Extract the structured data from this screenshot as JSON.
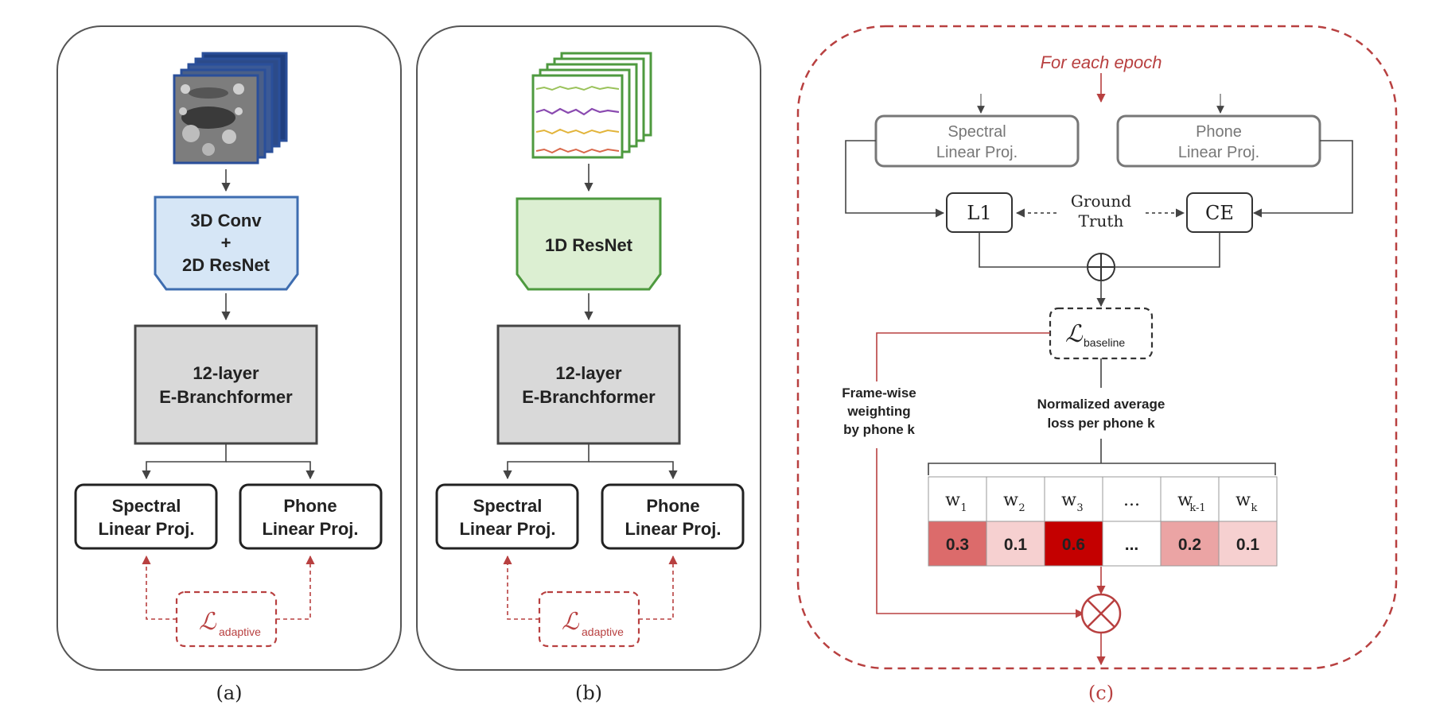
{
  "panel_a": {
    "conv_line1": "3D Conv",
    "conv_line2": "+",
    "conv_line3": "2D ResNet",
    "encoder_line1": "12-layer",
    "encoder_line2": "E-Branchformer",
    "spectral_line1": "Spectral",
    "spectral_line2": "Linear Proj.",
    "phone_line1": "Phone",
    "phone_line2": "Linear Proj.",
    "loss_symbol": "ℒ",
    "loss_sub": "adaptive",
    "caption": "(a)"
  },
  "panel_b": {
    "resnet_label": "1D ResNet",
    "encoder_line1": "12-layer",
    "encoder_line2": "E-Branchformer",
    "spectral_line1": "Spectral",
    "spectral_line2": "Linear Proj.",
    "phone_line1": "Phone",
    "phone_line2": "Linear Proj.",
    "loss_symbol": "ℒ",
    "loss_sub": "adaptive",
    "caption": "(b)"
  },
  "panel_c": {
    "epoch_label": "For each epoch",
    "spectral_line1": "Spectral",
    "spectral_line2": "Linear Proj.",
    "phone_line1": "Phone",
    "phone_line2": "Linear Proj.",
    "l1_label": "L1",
    "ce_label": "CE",
    "ground_line1": "Ground",
    "ground_line2": "Truth",
    "baseline_symbol": "ℒ",
    "baseline_sub": "baseline",
    "weighting_line1": "Frame-wise",
    "weighting_line2": "weighting",
    "weighting_line3": "by phone k",
    "normalized_line1": "Normalized average",
    "normalized_line2": "loss per phone k",
    "weights": [
      {
        "label": "w",
        "sub": "1",
        "value": "0.3",
        "color": "#dc6b6b",
        "text_color": "#222222"
      },
      {
        "label": "w",
        "sub": "2",
        "value": "0.1",
        "color": "#f6d0d0",
        "text_color": "#222222"
      },
      {
        "label": "w",
        "sub": "3",
        "value": "0.6",
        "color": "#c40000",
        "text_color": "#222222"
      },
      {
        "label": "...",
        "sub": "",
        "value": "...",
        "color": "#ffffff",
        "text_color": "#222222"
      },
      {
        "label": "w",
        "sub": "k-1",
        "value": "0.2",
        "color": "#eba4a4",
        "text_color": "#222222"
      },
      {
        "label": "w",
        "sub": "k",
        "value": "0.1",
        "color": "#f6d0d0",
        "text_color": "#222222"
      }
    ],
    "caption": "(c)"
  },
  "colors": {
    "red_accent": "#b84040",
    "conv_fill": "#d6e6f6",
    "conv_stroke": "#3e6db0",
    "resnet_fill": "#dcefd2",
    "resnet_stroke": "#4e9a3f",
    "encoder_fill": "#d9d9d9"
  }
}
